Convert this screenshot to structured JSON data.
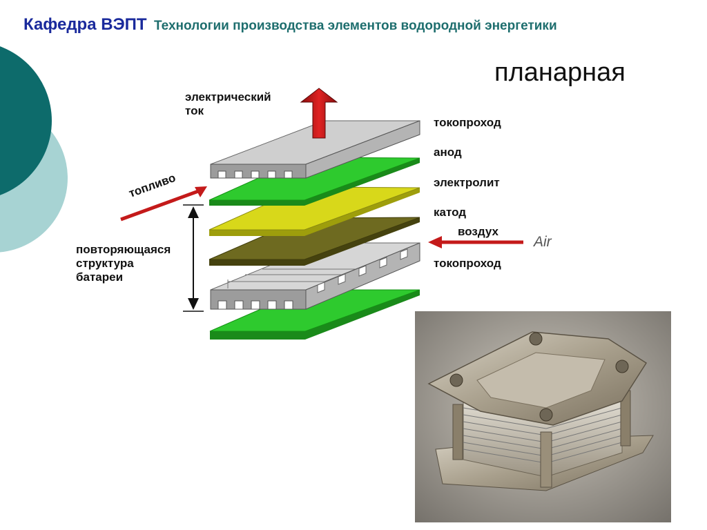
{
  "header": {
    "department": "Кафедра ВЭПТ",
    "subtitle": "Технологии производства элементов водородной энергетики"
  },
  "slide_title": "планарная",
  "labels": {
    "current": "электрический\nток",
    "fuel": "топливо",
    "repeat": "повторяющаяся\nструктура\nбатареи",
    "collector_top": "токопроход",
    "anode": "анод",
    "electrolyte": "электролит",
    "cathode": "катод",
    "air_ru": "воздух",
    "air_en": "Air",
    "collector_bottom": "токопроход"
  },
  "colors": {
    "header_blue": "#1a2a9c",
    "subtitle_teal": "#1e6e6e",
    "teal_dark": "#0d6b6b",
    "teal_light": "#a7d3d3",
    "anode_green": "#2eca2e",
    "electrolyte_yellow": "#d8d81a",
    "cathode_olive": "#6e6a20",
    "collector_grey": "#c8c8c8",
    "arrow_red": "#c41a1a"
  }
}
